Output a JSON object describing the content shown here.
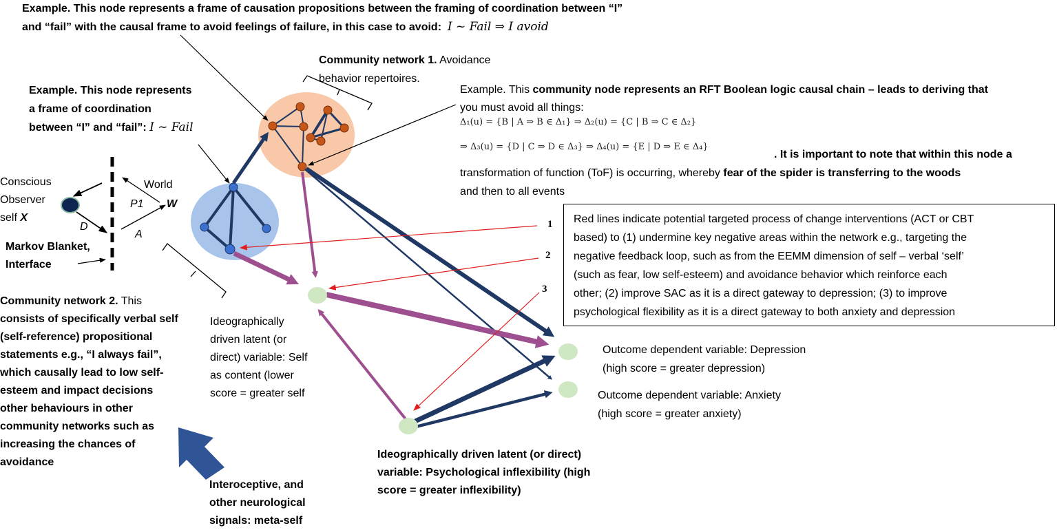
{
  "examples": {
    "top_l1": "Example. This node represents a frame of causation propositions between the framing of coordination between “I”",
    "top_l2": "and “fail” with the causal frame to avoid feelings of failure, in this case to avoid:",
    "top_formula": "I ~ Fail  ⇒ I avoid",
    "left_l1": "Example. This node represents",
    "left_l2": "a frame of coordination",
    "left_l3": "between “I” and “fail”:",
    "left_formula": "I ~ Fail",
    "rft_l1_a": "Example. This",
    "rft_l1_b": "community node represents an RFT Boolean logic causal chain – leads to deriving that",
    "rft_l2": "you must avoid all things:",
    "rft_formula1": "Δ₁(u) = {B | A ⇒ B ∈ Δ₁} ⇒ Δ₂(u) = {C | B ⇒ C ∈ Δ₂}",
    "rft_formula2": "⇒ Δ₃(u) = {D | C ⇒ D ∈ Δ₃} ⇒ Δ₄(u) = {E | D ⇒ E ∈ Δ₄}",
    "rft_l3": ".  It is important to note that within this node a",
    "rft_l4_a": "transformation of function (ToF) is occurring, whereby",
    "rft_l4_b": "fear of the spider is transferring to the woods",
    "rft_l5": "and then to all events"
  },
  "community1": {
    "title": "Community network 1.",
    "text_a": "Avoidance",
    "text_b": "behavior repertoires."
  },
  "community2": {
    "title": "Community network 2.",
    "lines": [
      "This",
      "consists of specifically verbal self",
      "(self-reference) propositional",
      "statements e.g., “I always fail”,",
      "which causally lead to low self-",
      "esteem and impact decisions",
      "other behaviours in other",
      "community networks such as",
      "increasing the chances of",
      "avoidance"
    ]
  },
  "markov": {
    "conscious": "Conscious",
    "observer": "Observer",
    "self": "self",
    "x": "X",
    "world": "World",
    "w": "W",
    "p1": "P1",
    "d": "D",
    "a": "A",
    "blanket1": "Markov Blanket,",
    "blanket2": "Interface"
  },
  "red_note": {
    "lines": [
      "Red lines indicate potential targeted process of change interventions (ACT or CBT",
      "based) to (1) undermine key negative areas within the network e.g., targeting the",
      "negative feedback loop, such as from the EEMM dimension of self – verbal ‘self’",
      "(such as fear, low self-esteem) and avoidance behavior which reinforce each",
      "other; (2) improve SAC as it is a direct gateway to depression; (3) to improve",
      "psychological flexibility as it is a direct gateway to both anxiety and depression"
    ],
    "num1": "1",
    "num2": "2",
    "num3": "3"
  },
  "variables": {
    "self_content": [
      "Ideographically",
      "driven latent (or",
      "direct) variable: Self",
      "as content (lower",
      "score = greater self"
    ],
    "depression": [
      "Outcome dependent variable: Depression",
      "(high score = greater depression)"
    ],
    "anxiety": [
      "Outcome dependent variable: Anxiety",
      "(high score = greater anxiety)"
    ],
    "inflex": [
      "Ideographically driven latent (or direct)",
      "variable: Psychological inflexibility (high",
      "score = greater inflexibility)"
    ],
    "interoceptive": [
      "Interoceptive, and",
      "other neurological",
      "signals: meta-self"
    ]
  },
  "colors": {
    "orange_bg": "#f8c8a8",
    "blue_bg": "#a9c4ea",
    "green_node": "#cfe7c2",
    "navy": "#1f3864",
    "purple": "#9e4f8f",
    "red": "#e02020",
    "orange_node": "#c5571a",
    "blue_node": "#3b6fd0",
    "big_arrow": "#2f5597"
  }
}
